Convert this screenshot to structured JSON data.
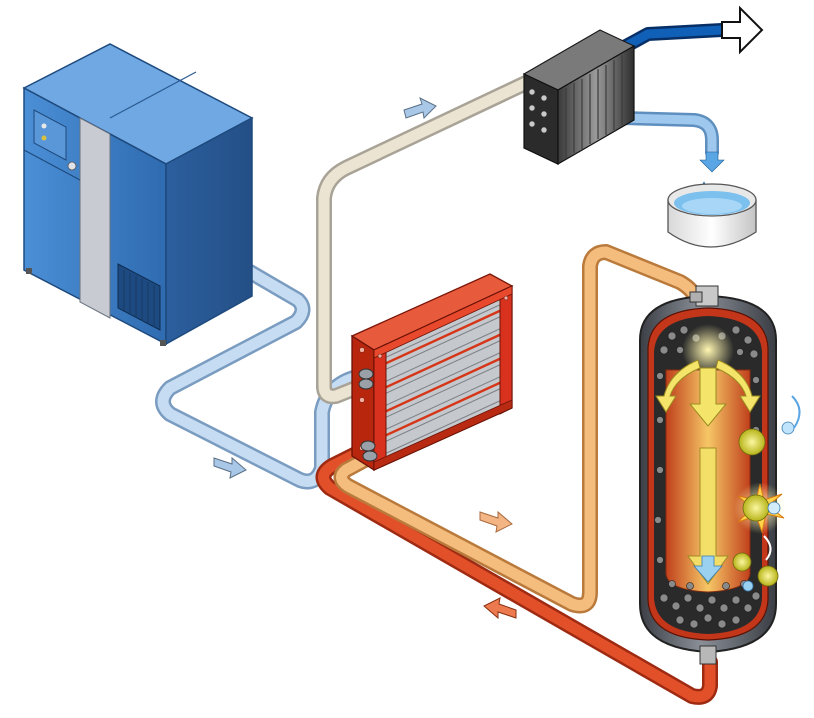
{
  "diagram": {
    "components": [
      {
        "id": "compressor",
        "icon": "compressor-icon"
      },
      {
        "id": "heat-exchanger",
        "icon": "heat-exchanger-icon"
      },
      {
        "id": "aftercooler",
        "icon": "aftercooler-icon"
      },
      {
        "id": "condensate-basin",
        "icon": "water-basin-icon"
      },
      {
        "id": "catalytic-reactor",
        "icon": "reactor-vessel-icon"
      },
      {
        "id": "air-outlet",
        "icon": "outlet-arrow-icon"
      }
    ],
    "pipe_colors": {
      "cold": "#bcd5ee",
      "neutral": "#e4dccb",
      "warm": "#f0b070",
      "hot": "#e24a24",
      "outlet": "#0d4fa0",
      "condensate": "#8fbde8"
    },
    "colors": {
      "compressor_body": "#3f80c6",
      "exchanger_frame": "#d8321e",
      "reactor_shell": "#5a5e66",
      "reactor_core": "#f0b24a",
      "flow_arrow": "#f2e060",
      "water": "#4aa8e8"
    }
  }
}
